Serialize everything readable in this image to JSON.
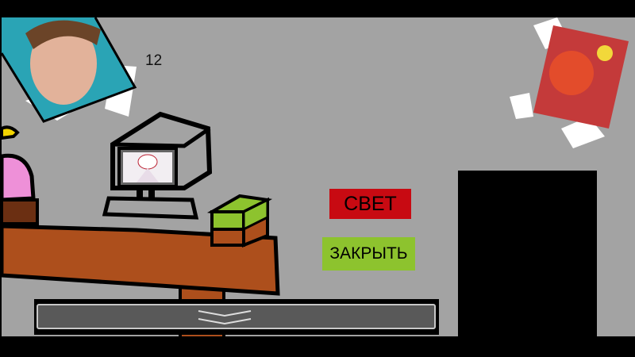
{
  "hud": {
    "counter": "12"
  },
  "buttons": {
    "light_label": "СВЕТ",
    "close_label": "ЗАКРЫТЬ"
  },
  "colors": {
    "background": "#a3a3a3",
    "light_button": "#c80a12",
    "close_button": "#8dc32e",
    "desk": "#ad4f1c"
  }
}
